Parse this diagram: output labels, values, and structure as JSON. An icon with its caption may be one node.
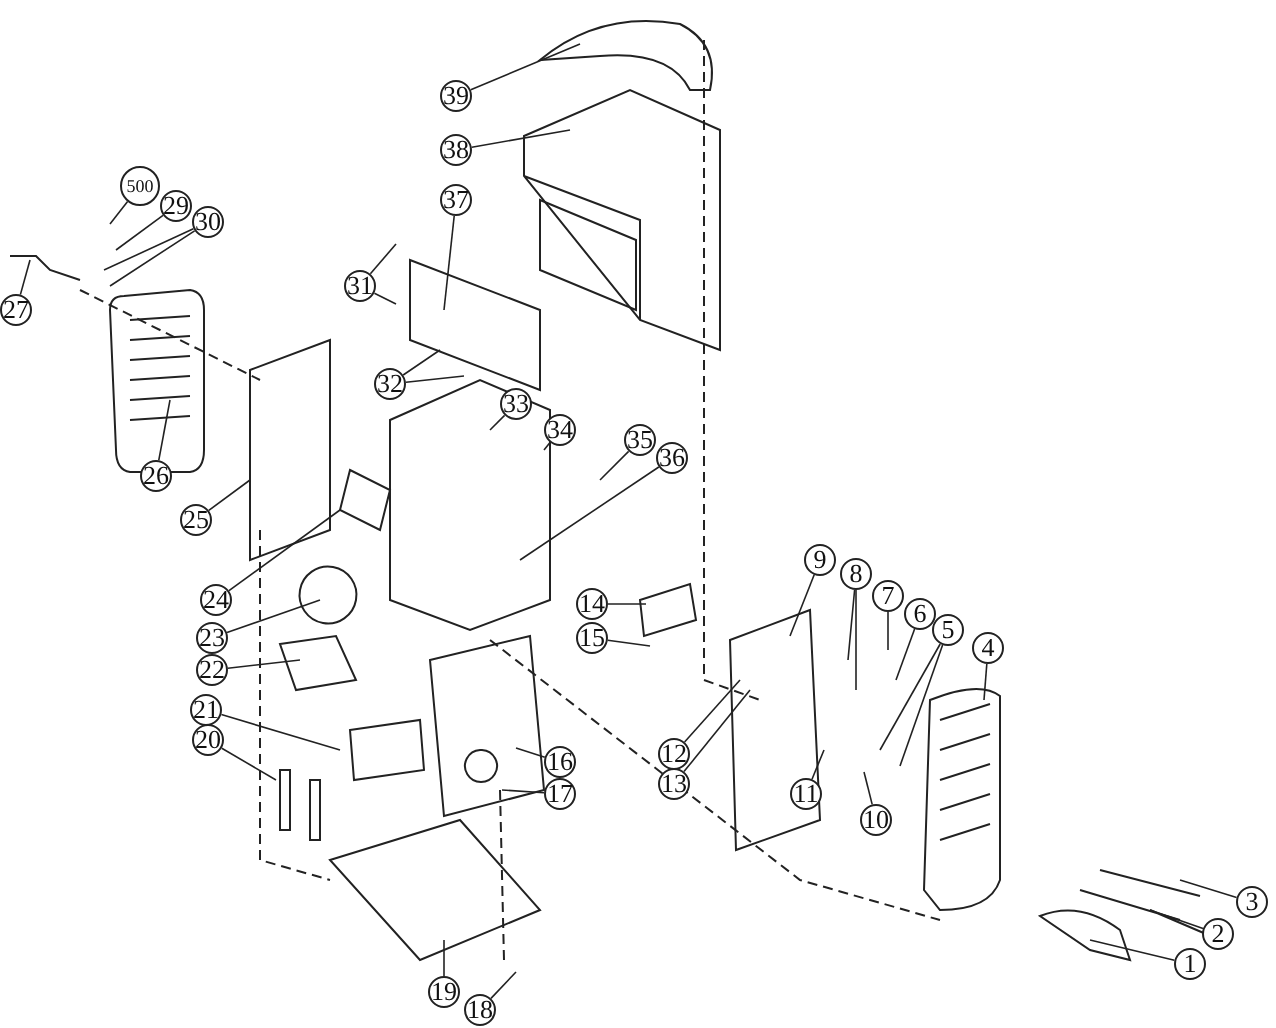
{
  "diagram": {
    "nodes": [
      {
        "text": [
          "39"
        ]
      },
      {
        "text": [
          "38"
        ]
      },
      {
        "text": [
          "37"
        ]
      },
      {
        "text": [
          "500"
        ]
      },
      {
        "text": [
          "29"
        ]
      },
      {
        "text": [
          "30"
        ]
      },
      {
        "text": [
          "27"
        ]
      },
      {
        "text": [
          "31"
        ]
      },
      {
        "text": [
          "32"
        ]
      },
      {
        "text": [
          "33"
        ]
      },
      {
        "text": [
          "34"
        ]
      },
      {
        "text": [
          "35"
        ]
      },
      {
        "text": [
          "36"
        ]
      },
      {
        "text": [
          "26"
        ]
      },
      {
        "text": [
          "25"
        ]
      },
      {
        "text": [
          "9"
        ]
      },
      {
        "text": [
          "14"
        ]
      },
      {
        "text": [
          "8"
        ]
      },
      {
        "text": [
          "7"
        ]
      },
      {
        "text": [
          "6"
        ]
      },
      {
        "text": [
          "5"
        ]
      },
      {
        "text": [
          "4"
        ]
      },
      {
        "text": [
          "24"
        ]
      },
      {
        "text": [
          "15"
        ]
      },
      {
        "text": [
          "23"
        ]
      },
      {
        "text": [
          "22"
        ]
      },
      {
        "text": [
          "12"
        ]
      },
      {
        "text": [
          "13"
        ]
      },
      {
        "text": [
          "21"
        ]
      },
      {
        "text": [
          "20"
        ]
      },
      {
        "text": [
          "16"
        ]
      },
      {
        "text": [
          "11"
        ]
      },
      {
        "text": [
          "17"
        ]
      },
      {
        "text": [
          "10"
        ]
      },
      {
        "text": [
          "19"
        ]
      },
      {
        "text": [
          "18"
        ]
      },
      {
        "text": [
          "3"
        ]
      },
      {
        "text": [
          "2"
        ]
      },
      {
        "text": [
          "1"
        ]
      }
    ],
    "edges": [
      {
        "from": 0,
        "to": null,
        "arrow": "none"
      },
      {
        "from": 1,
        "to": null,
        "arrow": "none"
      },
      {
        "from": 2,
        "to": null,
        "arrow": "none"
      },
      {
        "from": 3,
        "to": null,
        "arrow": "none"
      },
      {
        "from": 4,
        "to": null,
        "arrow": "none"
      },
      {
        "from": 5,
        "to": null,
        "arrow": "none"
      },
      {
        "from": 5,
        "to": null,
        "arrow": "none"
      },
      {
        "from": 6,
        "to": null,
        "arrow": "none"
      },
      {
        "from": 7,
        "to": null,
        "arrow": "none"
      },
      {
        "from": 7,
        "to": null,
        "arrow": "none"
      },
      {
        "from": 8,
        "to": null,
        "arrow": "none"
      },
      {
        "from": 8,
        "to": null,
        "arrow": "none"
      },
      {
        "from": 9,
        "to": null,
        "arrow": "none"
      },
      {
        "from": 10,
        "to": null,
        "arrow": "none"
      },
      {
        "from": 11,
        "to": null,
        "arrow": "none"
      },
      {
        "from": 12,
        "to": null,
        "arrow": "none"
      },
      {
        "from": 13,
        "to": null,
        "arrow": "none"
      },
      {
        "from": 14,
        "to": null,
        "arrow": "none"
      },
      {
        "from": 15,
        "to": null,
        "arrow": "none"
      },
      {
        "from": 16,
        "to": null,
        "arrow": "none"
      },
      {
        "from": 17,
        "to": null,
        "arrow": "none"
      },
      {
        "from": 17,
        "to": null,
        "arrow": "none"
      },
      {
        "from": 18,
        "to": null,
        "arrow": "none"
      },
      {
        "from": 19,
        "to": null,
        "arrow": "none"
      },
      {
        "from": 20,
        "to": null,
        "arrow": "none"
      },
      {
        "from": 20,
        "to": null,
        "arrow": "none"
      },
      {
        "from": 21,
        "to": null,
        "arrow": "none"
      },
      {
        "from": 22,
        "to": null,
        "arrow": "none"
      },
      {
        "from": 23,
        "to": null,
        "arrow": "none"
      },
      {
        "from": 24,
        "to": null,
        "arrow": "none"
      },
      {
        "from": 25,
        "to": null,
        "arrow": "none"
      },
      {
        "from": 26,
        "to": null,
        "arrow": "none"
      },
      {
        "from": 27,
        "to": null,
        "arrow": "none"
      },
      {
        "from": 28,
        "to": null,
        "arrow": "none"
      },
      {
        "from": 29,
        "to": null,
        "arrow": "none"
      },
      {
        "from": 30,
        "to": null,
        "arrow": "none"
      },
      {
        "from": 31,
        "to": null,
        "arrow": "none"
      },
      {
        "from": 32,
        "to": null,
        "arrow": "none"
      },
      {
        "from": 33,
        "to": null,
        "arrow": "none"
      },
      {
        "from": 34,
        "to": null,
        "arrow": "none"
      },
      {
        "from": 35,
        "to": null,
        "arrow": "none"
      },
      {
        "from": 36,
        "to": null,
        "arrow": "none"
      },
      {
        "from": 37,
        "to": null,
        "arrow": "none"
      },
      {
        "from": 38,
        "to": null,
        "arrow": "none"
      }
    ]
  }
}
